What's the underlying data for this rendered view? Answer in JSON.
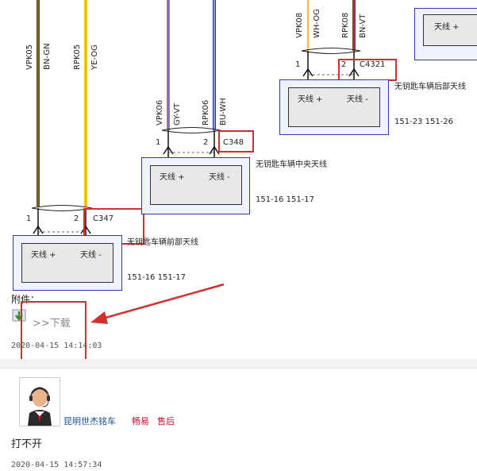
{
  "post1": {
    "wires_left": [
      "VPK05",
      "BN-GN",
      "RPK05",
      "YE-OG"
    ],
    "wires_mid": [
      "VPK06",
      "GY-VT",
      "RPK06",
      "BU-WH"
    ],
    "wires_right": [
      "VPK08",
      "WH-OG",
      "RPK08",
      "BN-VT"
    ],
    "connectors": {
      "c347": "C347",
      "c348": "C348",
      "c4321": "C4321"
    },
    "pins": {
      "p1a": "1",
      "p2a": "2",
      "p1b": "1",
      "p2b": "2",
      "p1c": "1",
      "p2c": "2"
    },
    "antenna_plus": "天线 +",
    "antenna_minus": "天线 -",
    "antenna_top": "天线 +",
    "front_antenna": "无钥匙车辆前部天线",
    "center_antenna": "无钥匙车辆中央天线",
    "rear_antenna": "无钥匙车辆后部天线",
    "refs_front": "151-16   151-17",
    "refs_center": "151-16   151-17",
    "refs_rear": "151-23   151-26",
    "attachment_label": "附件：",
    "download_label": ">>下载",
    "timestamp": "2020-04-15 14:14:03"
  },
  "post2": {
    "username": "昆明世杰铭车",
    "tag1": "畅易",
    "tag2": "售后",
    "message": "打不开",
    "timestamp": "2020-04-15 14:57:34"
  },
  "colors": {
    "highlight": "#d42f2f",
    "module_border": "#2e3bb0",
    "link": "#1a4d9f",
    "tag": "#c8102e"
  }
}
